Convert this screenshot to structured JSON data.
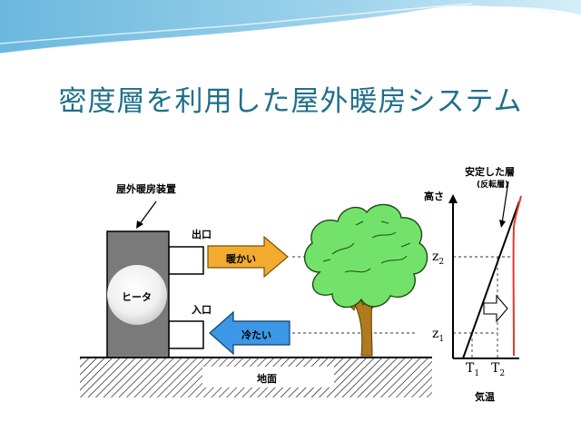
{
  "title": "密度層を利用した屋外暖房システム",
  "heater_device_label": "屋外暖房装置",
  "heater_label": "ヒータ",
  "outlet_label": "出口",
  "inlet_label": "入口",
  "warm_arrow_label": "暖かい",
  "cold_arrow_label": "冷たい",
  "ground_label": "地面",
  "stable_layer_label": "安定した層",
  "inversion_label": "(反転層)",
  "height_axis_label": "高さ",
  "temperature_axis_label": "気温",
  "z1_label": "z",
  "z1_sub": "1",
  "z2_label": "z",
  "z2_sub": "2",
  "t1_label": "T",
  "t1_sub": "1",
  "t2_label": "T",
  "t2_sub": "2",
  "colors": {
    "title": "#1f6f8b",
    "warm_arrow": "#f2ab2e",
    "cold_arrow": "#3c98e6",
    "heater_body": "#7a7a7a",
    "profile_line": "#e03a2a",
    "foliage": "#73e26a",
    "trunk": "#b07a1e"
  }
}
